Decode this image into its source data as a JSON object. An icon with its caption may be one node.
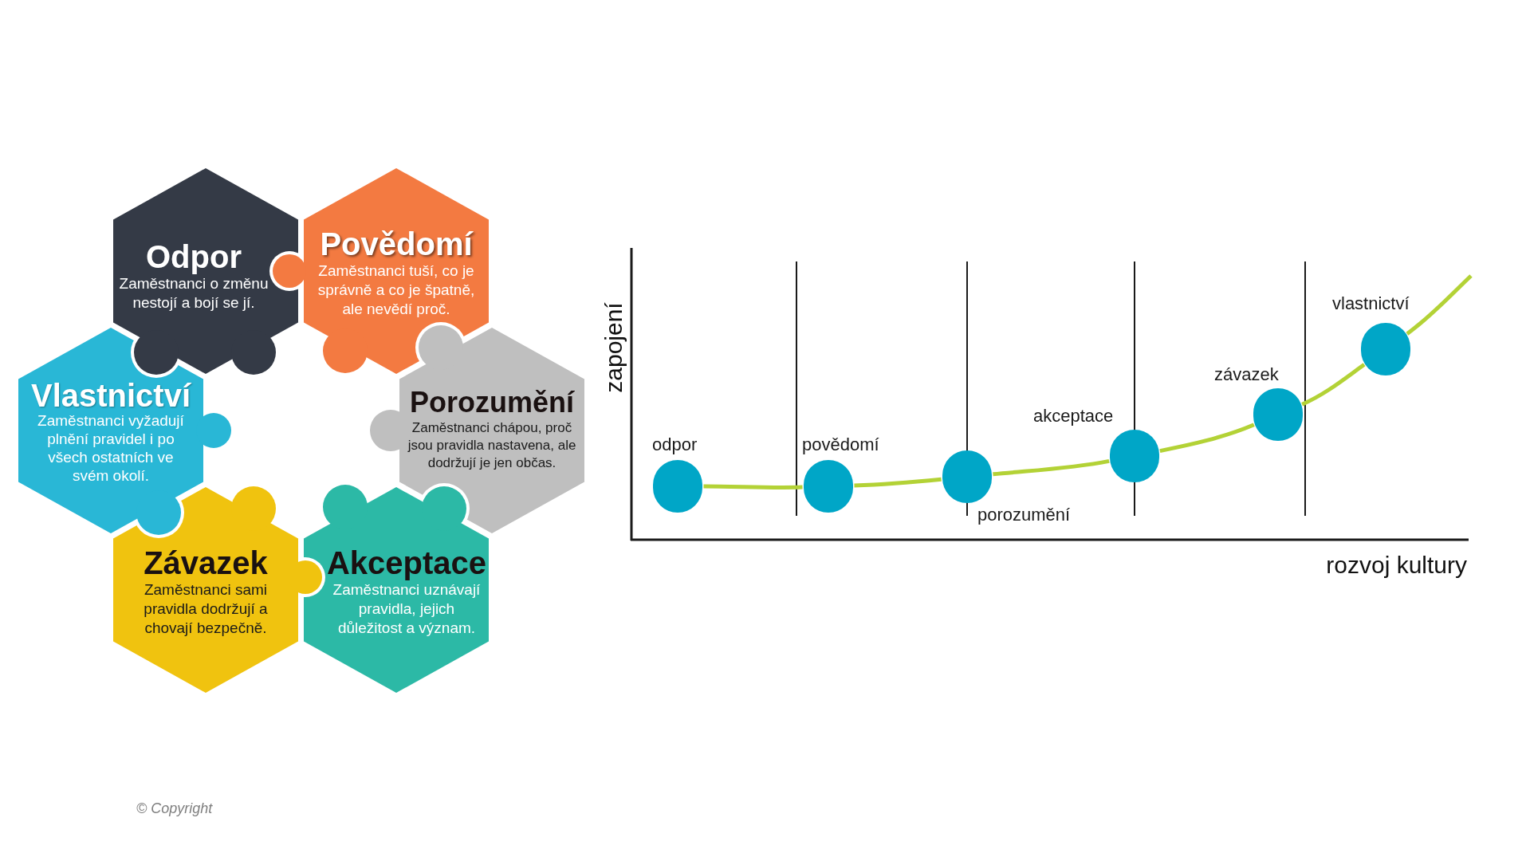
{
  "diagram": {
    "nodes": [
      {
        "text": [
          "Odpor",
          "Zaměstnanci o změnu nestojí a bojí se jí."
        ]
      },
      {
        "text": [
          "Povědomí",
          "Zaměstnanci tuší, co je správně a co je špatně, ale nevědí proč."
        ]
      },
      {
        "text": [
          "Vlastnictví",
          "Zaměstnanci vyžadují plnění pravidel i po všech ostatních ve svém okolí."
        ]
      },
      {
        "text": [
          "Porozumění",
          "Zaměstnanci chápou, proč jsou pravidla nastavena, ale dodržují je jen občas."
        ]
      },
      {
        "text": [
          "Závazek",
          "Zaměstnanci sami pravidla dodržují a chovají bezpečně."
        ]
      },
      {
        "text": [
          "Akceptace",
          "Zaměstnanci uznávají pravidla, jejich důležitost a význam."
        ]
      },
      {
        "text": [],
        "shape": "circle",
        "beside": [
          "odpor"
        ]
      },
      {
        "text": [],
        "shape": "circle",
        "beside": [
          "povědomí"
        ]
      },
      {
        "text": [],
        "shape": "circle",
        "beside": [
          "porozumění"
        ]
      },
      {
        "text": [],
        "shape": "circle",
        "beside": [
          "akceptace"
        ]
      },
      {
        "text": [],
        "shape": "circle",
        "beside": [
          "závazek"
        ]
      },
      {
        "text": [],
        "shape": "circle",
        "beside": [
          "vlastnictví"
        ]
      }
    ],
    "edges": [
      {
        "from": 6,
        "to": 7,
        "arrow": "none"
      },
      {
        "from": 7,
        "to": 8,
        "arrow": "none"
      },
      {
        "from": 8,
        "to": 9,
        "arrow": "none"
      },
      {
        "from": 9,
        "to": 10,
        "arrow": "none"
      },
      {
        "from": 10,
        "to": 11,
        "arrow": "none"
      },
      {
        "from": 11,
        "to": null,
        "arrow": "none"
      }
    ],
    "labels": [
      "zapojení",
      "rozvoj kultury",
      "© Copyright"
    ]
  }
}
